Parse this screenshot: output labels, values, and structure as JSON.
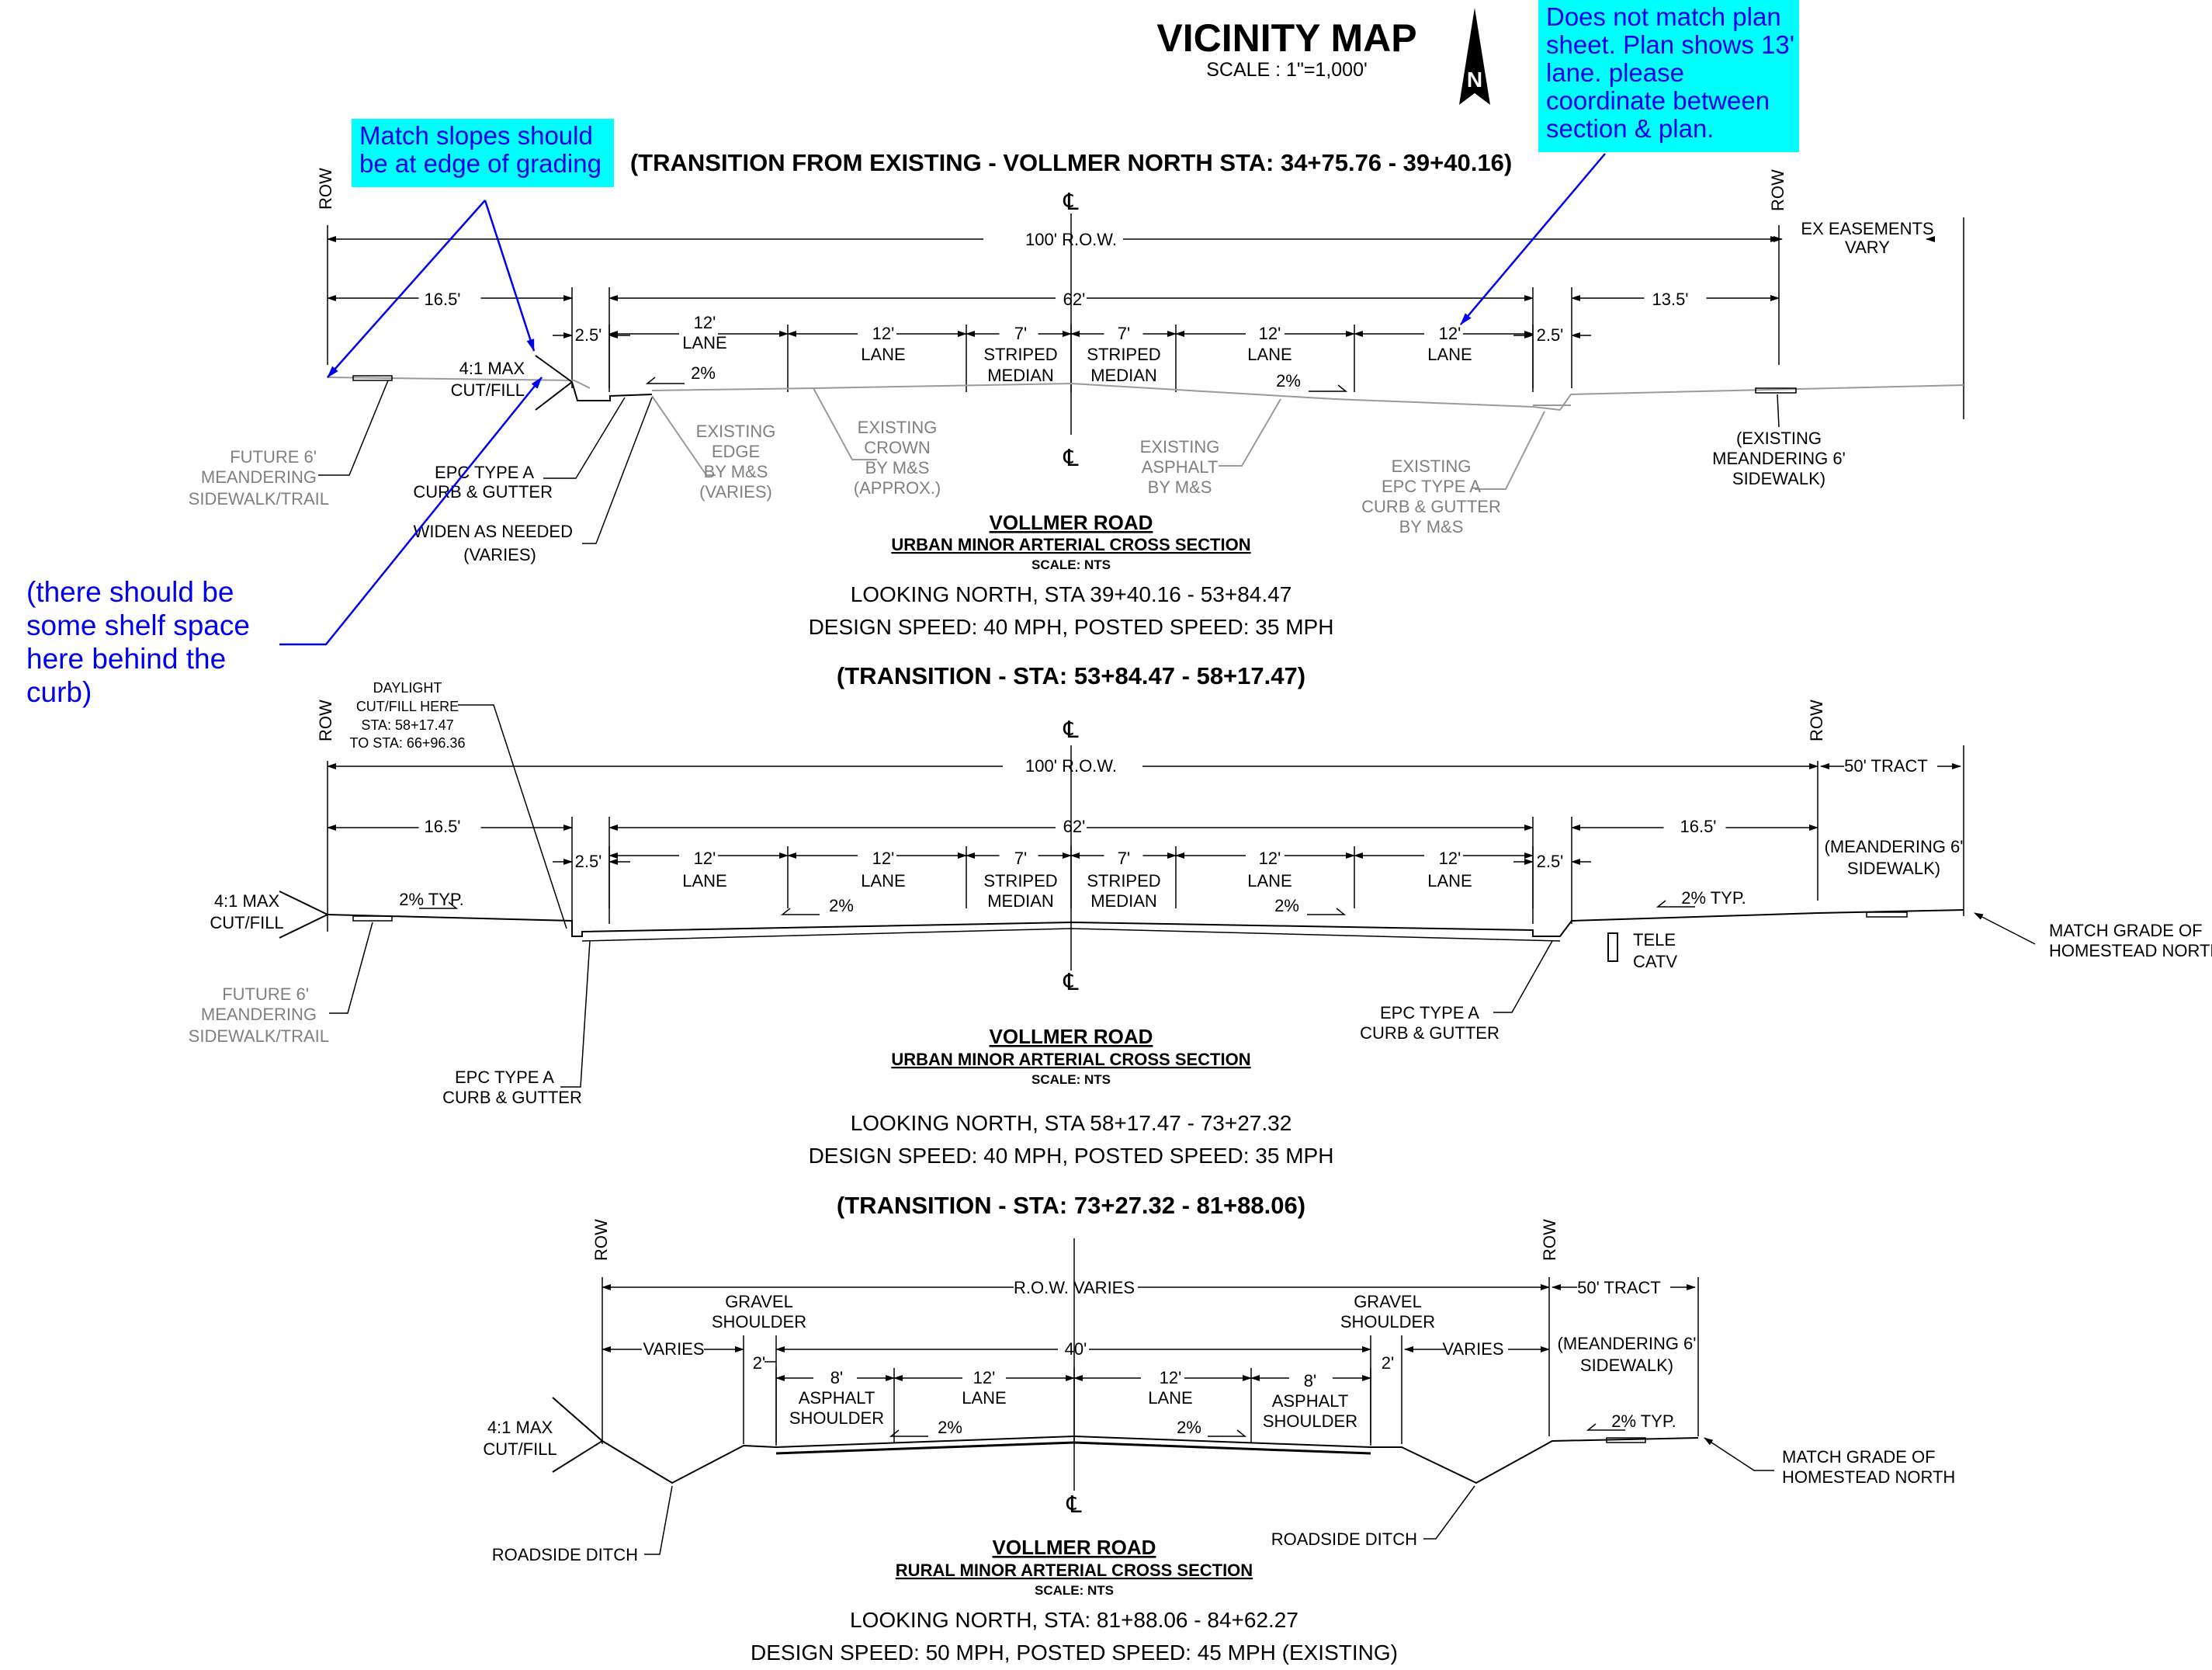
{
  "vicinity": {
    "title": "VICINITY MAP",
    "scale": "SCALE : 1\"=1,000'"
  },
  "annotations": {
    "match_slopes": [
      "Match slopes should",
      "be at edge of grading"
    ],
    "lane_mismatch": [
      "Does not match plan",
      "sheet. Plan shows 13'",
      "lane. please",
      "coordinate between",
      "section & plan."
    ],
    "shelf": [
      "(there should be",
      "some shelf space",
      "here behind the",
      "curb)"
    ]
  },
  "section1": {
    "transition": "(TRANSITION FROM EXISTING - VOLLMER NORTH STA: 34+75.76 - 39+40.16)",
    "row": "ROW",
    "total_row": "100' R.O.W.",
    "ex_easements": [
      "EX EASEMENTS",
      "VARY"
    ],
    "left_width": "16.5'",
    "right_width": "13.5'",
    "curb_left": "2.5'",
    "curb_right": "2.5'",
    "total_width": "62'",
    "lanes": [
      {
        "width": "12'",
        "label": "LANE"
      },
      {
        "width": "12'",
        "label": "LANE"
      },
      {
        "width": "7'",
        "label": "STRIPED",
        "label2": "MEDIAN"
      },
      {
        "width": "7'",
        "label": "STRIPED",
        "label2": "MEDIAN"
      },
      {
        "width": "12'",
        "label": "LANE"
      },
      {
        "width": "12'",
        "label": "LANE"
      }
    ],
    "slope_left": "2%",
    "slope_right": "2%",
    "cutfill": [
      "4:1 MAX",
      "CUT/FILL"
    ],
    "future_sidewalk": [
      "FUTURE 6'",
      "MEANDERING",
      "SIDEWALK/TRAIL"
    ],
    "curb_note": [
      "EPC TYPE A",
      "CURB & GUTTER"
    ],
    "widen_note": [
      "WIDEN AS NEEDED",
      "(VARIES)"
    ],
    "existing_edge": [
      "EXISTING",
      "EDGE",
      "BY M&S",
      "(VARIES)"
    ],
    "existing_crown": [
      "EXISTING",
      "CROWN",
      "BY M&S",
      "(APPROX.)"
    ],
    "existing_asphalt": [
      "EXISTING",
      "ASPHALT",
      "BY M&S"
    ],
    "existing_curb": [
      "EXISTING",
      "EPC TYPE A",
      "CURB & GUTTER",
      "BY M&S"
    ],
    "existing_sidewalk": [
      "(EXISTING",
      "MEANDERING 6'",
      "SIDEWALK)"
    ],
    "road_name": "VOLLMER ROAD",
    "section_type": "URBAN MINOR ARTERIAL CROSS SECTION",
    "scale": "SCALE: NTS",
    "looking": "LOOKING NORTH, STA 39+40.16 - 53+84.47",
    "speed": "DESIGN SPEED: 40 MPH, POSTED SPEED: 35 MPH"
  },
  "section2": {
    "transition": "(TRANSITION - STA: 53+84.47 - 58+17.47)",
    "row": "ROW",
    "daylight": [
      "DAYLIGHT",
      "CUT/FILL HERE",
      "STA: 58+17.47",
      "TO STA: 66+96.36"
    ],
    "total_row": "100' R.O.W.",
    "tract": "50' TRACT",
    "left_width": "16.5'",
    "right_width": "16.5'",
    "curb_left": "2.5'",
    "curb_right": "2.5'",
    "total_width": "62'",
    "lanes": [
      {
        "width": "12'",
        "label": "LANE"
      },
      {
        "width": "12'",
        "label": "LANE"
      },
      {
        "width": "7'",
        "label": "STRIPED",
        "label2": "MEDIAN"
      },
      {
        "width": "7'",
        "label": "STRIPED",
        "label2": "MEDIAN"
      },
      {
        "width": "12'",
        "label": "LANE"
      },
      {
        "width": "12'",
        "label": "LANE"
      }
    ],
    "slope_typ": "2% TYP.",
    "slope_lane1": "2%",
    "slope_lane2": "2%",
    "slope_right_typ": "2% TYP.",
    "cutfill": [
      "4:1 MAX",
      "CUT/FILL"
    ],
    "future_sidewalk": [
      "FUTURE 6'",
      "MEANDERING",
      "SIDEWALK/TRAIL"
    ],
    "curb_left_note": [
      "EPC TYPE A",
      "CURB & GUTTER"
    ],
    "curb_right_note": [
      "EPC TYPE A",
      "CURB & GUTTER"
    ],
    "tele": [
      "TELE",
      "CATV"
    ],
    "meandering": [
      "(MEANDERING 6'",
      "SIDEWALK)"
    ],
    "match_grade": [
      "MATCH GRADE OF",
      "HOMESTEAD NORTH"
    ],
    "road_name": "VOLLMER ROAD",
    "section_type": "URBAN MINOR ARTERIAL CROSS SECTION",
    "scale": "SCALE: NTS",
    "looking": "LOOKING NORTH, STA 58+17.47 - 73+27.32",
    "speed": "DESIGN SPEED: 40 MPH, POSTED SPEED: 35 MPH"
  },
  "section3": {
    "transition": "(TRANSITION - STA: 73+27.32 - 81+88.06)",
    "row": "ROW",
    "total_row": "R.O.W. VARIES",
    "tract": "50' TRACT",
    "gravel_shoulder": [
      "GRAVEL",
      "SHOULDER"
    ],
    "varies": "VARIES",
    "gravel_width": "2'",
    "total_width": "40'",
    "shoulder_width": "8'",
    "shoulder_label": [
      "ASPHALT",
      "SHOULDER"
    ],
    "lane_width": "12'",
    "lane_label": "LANE",
    "slope": "2%",
    "slope_typ": "2% TYP.",
    "cutfill": [
      "4:1 MAX",
      "CUT/FILL"
    ],
    "meandering": [
      "(MEANDERING 6'",
      "SIDEWALK)"
    ],
    "match_grade": [
      "MATCH GRADE OF",
      "HOMESTEAD NORTH"
    ],
    "roadside_ditch": "ROADSIDE DITCH",
    "road_name": "VOLLMER ROAD",
    "section_type": "RURAL MINOR ARTERIAL CROSS SECTION",
    "scale": "SCALE: NTS",
    "looking": "LOOKING NORTH, STA: 81+88.06 - 84+62.27",
    "speed": "DESIGN SPEED: 50 MPH, POSTED SPEED: 45 MPH (EXISTING)"
  }
}
